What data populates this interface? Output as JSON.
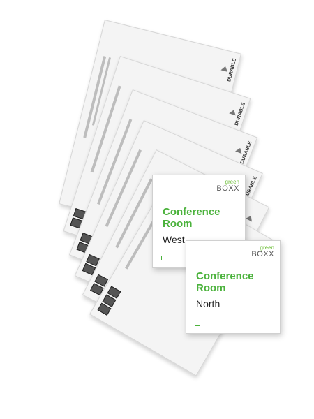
{
  "image": {
    "description_free": true,
    "background_color": "#ffffff"
  },
  "sheets": {
    "brand_text": "DURABLE",
    "count": 6
  },
  "cards": [
    {
      "logo_small": "green",
      "logo_large": "BOXX",
      "title": "Conference\nRoom",
      "room": "West"
    },
    {
      "logo_small": "green",
      "logo_large": "BOXX",
      "title": "Conference\nRoom",
      "room": "North"
    }
  ],
  "colors": {
    "accent_green": "#4bb23c",
    "logo_green": "#6fbf3b",
    "text_dark": "#222222",
    "sheet_bg": "#f4f4f4"
  }
}
